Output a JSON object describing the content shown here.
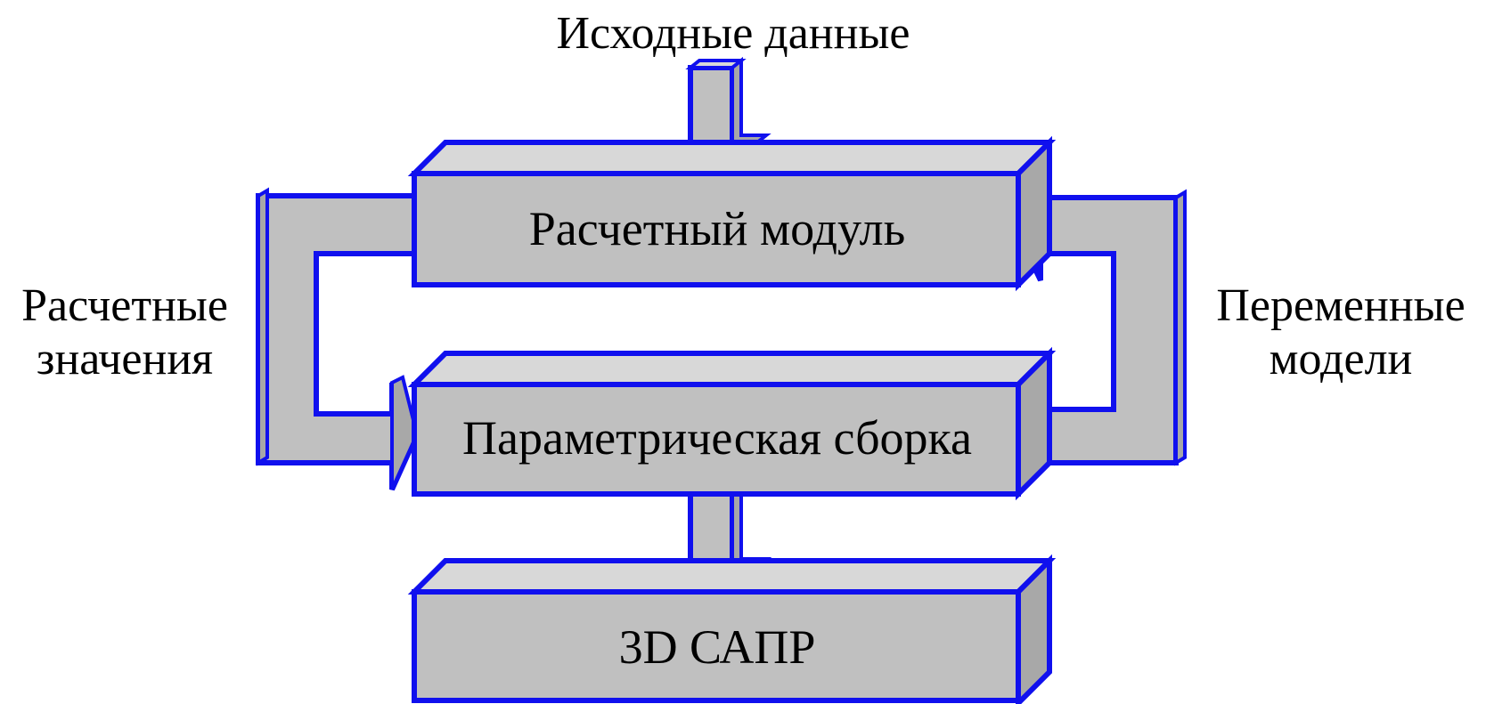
{
  "colors": {
    "stroke": "#1010ee",
    "face": "#c0c0c0",
    "side": "#a8a8a8",
    "top": "#d8d8d8",
    "text": "#000000"
  },
  "labels": {
    "input": "Исходные данные",
    "left_line1": "Расчетные",
    "left_line2": "значения",
    "right_line1": "Переменные",
    "right_line2": "модели"
  },
  "boxes": {
    "calc": "Расчетный модуль",
    "assembly": "Параметрическая сборка",
    "cad": "3D САПР"
  }
}
